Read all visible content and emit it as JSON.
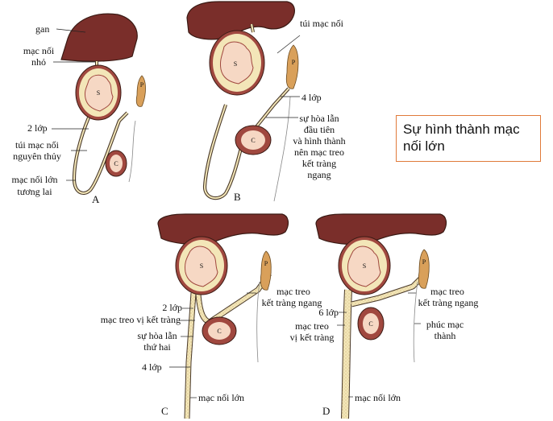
{
  "panels": {
    "a": "A",
    "b": "B",
    "c": "C",
    "d": "D"
  },
  "organ_marks": {
    "stomach": "S",
    "pancreas": "P",
    "colon": "C"
  },
  "labels": {
    "a": {
      "liver": "gan",
      "lesser_omentum_1": "mạc nối",
      "lesser_omentum_2": "nhỏ",
      "two_layers": "2 lớp",
      "primitive_sac_1": "túi mạc nối",
      "primitive_sac_2": "nguyên thủy",
      "future_omentum_1": "mạc nối lớn",
      "future_omentum_2": "tương lai"
    },
    "b": {
      "omental_bursa": "túi mạc nối",
      "four_layers": "4 lớp",
      "fusion_1": "sự hòa lẫn",
      "fusion_2": "đầu tiên",
      "fusion_3": "và hình thành",
      "fusion_4": "nên mạc treo",
      "fusion_5": "kết tràng",
      "fusion_6": "ngang"
    },
    "c": {
      "mesocolon_1": "mạc treo",
      "mesocolon_2": "kết tràng ngang",
      "two_layers": "2 lớp",
      "mesocolon_trans": "mạc treo vị kết tràng",
      "second_fusion_1": "sự hòa lẫn",
      "second_fusion_2": "thứ hai",
      "four_layers": "4 lớp",
      "greater_omentum": "mạc nối lớn"
    },
    "d": {
      "mesocolon_1": "mạc treo",
      "mesocolon_2": "kết tràng ngang",
      "six_layers": "6 lớp",
      "gastrocolic_1": "mạc treo",
      "gastrocolic_2": "vị kết tràng",
      "peritoneum_1": "phúc mạc",
      "peritoneum_2": "thành",
      "greater_omentum": "mạc nối lớn"
    }
  },
  "title": "Sự hình thành  mạc nối lớn",
  "colors": {
    "liver": "#7a2e2a",
    "stomach_wall": "#a0483f",
    "stomach_inner": "#f6d8c4",
    "membrane": "#f3e6b8",
    "outline": "#4a3a2a",
    "title_border": "#e07a3a"
  }
}
